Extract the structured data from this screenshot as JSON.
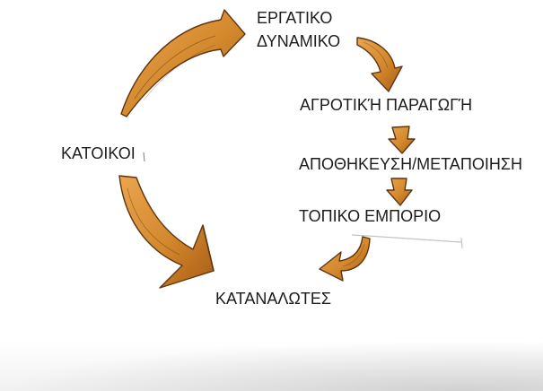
{
  "diagram": {
    "labels": {
      "labor_line1": "ΕΡΓΑΤΙΚΟ",
      "labor_line2": "ΔΥΝΑΜΙΚΟ",
      "agri_production": "ΑΓΡΟΤΙΚΉ ΠΑΡΑΓΩΓΉ",
      "storage_processing": "ΑΠΟΘΗΚΕΥΣΗ/ΜΕΤΑΠΟΙΗΣΗ",
      "local_trade": "ΤΟΠΙΚΟ ΕΜΠΟΡΙΟ",
      "consumers": "ΚΑΤΑΝΑΛΩΤΕΣ",
      "residents": "ΚΑΤΟΙΚΟΙ"
    },
    "colors": {
      "arrow_light": "#eba550",
      "arrow_mid": "#d3882c",
      "arrow_dark": "#a85c16",
      "arrow_outline": "#5e3510",
      "text": "#1c1c1c",
      "background": "#ffffff"
    }
  }
}
